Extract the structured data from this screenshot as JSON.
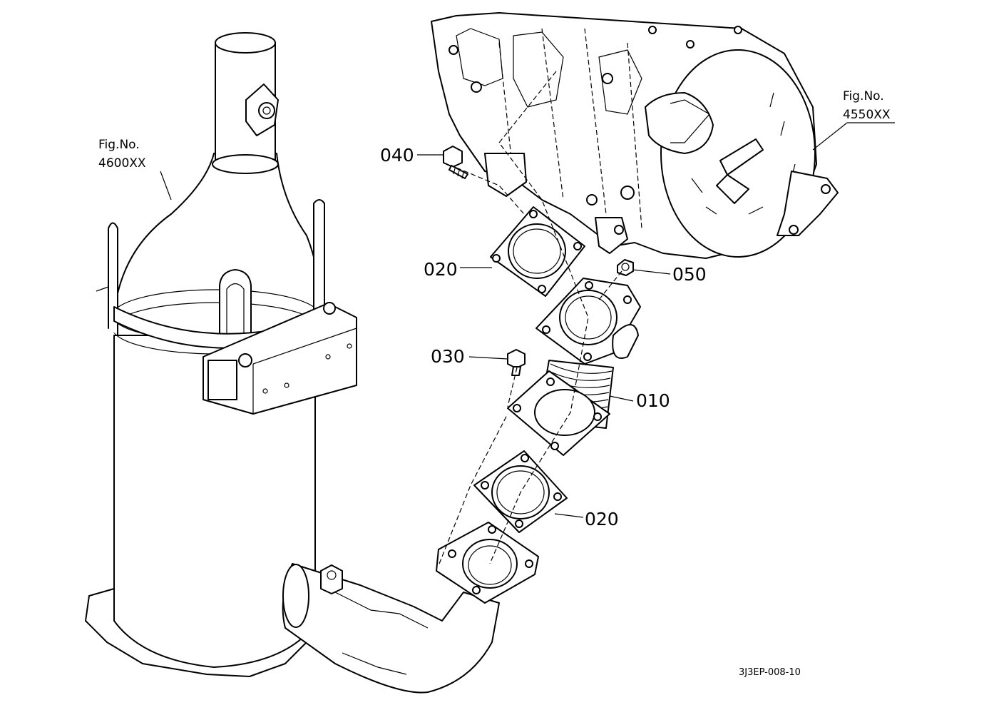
{
  "figure_refs": {
    "left_label": "Fig.No.",
    "left_number": "4600XX",
    "right_label": "Fig.No.",
    "right_number": "4550XX"
  },
  "callouts": {
    "pipe_bellows": "010",
    "gasket_upper": "020",
    "gasket_lower": "020",
    "bolt_lower": "030",
    "bolt_upper": "040",
    "nut": "050"
  },
  "drawing_code": "3J3EP-008-10"
}
